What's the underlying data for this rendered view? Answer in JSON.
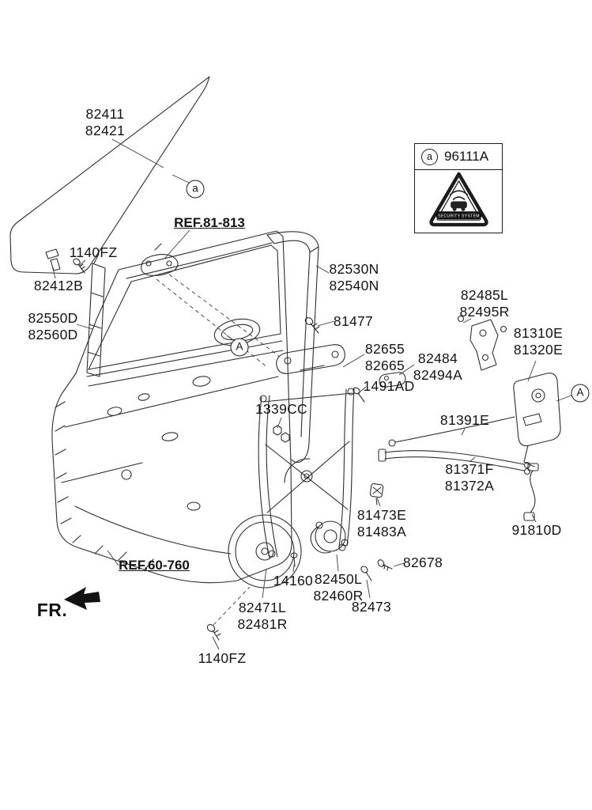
{
  "diagram": {
    "background": "#ffffff",
    "line_color": "#2e2e2e",
    "description": "Front door panel exploded parts diagram"
  },
  "direction": {
    "label": "FR."
  },
  "legend_box": {
    "marker": "a",
    "part_number": "96111A",
    "icon": "security-system-triangle-icon",
    "icon_text": "SECURITY SYSTEM"
  },
  "markers": {
    "glass": "a",
    "door_handle": "A",
    "latch": "A"
  },
  "ref_labels": {
    "top": "REF.81-813",
    "bottom": "REF.60-760"
  },
  "part_labels": {
    "door_glass": "82411\n82421",
    "screw_top": "1140FZ",
    "glass_clip": "82412B",
    "front_run_channel": "82550D\n82560D",
    "glass_run": "82530N\n82540N",
    "screw_81477": "81477",
    "handle_base": "82655\n82665",
    "outside_handle": "82484\n82494A",
    "bolt_1491ad": "1491AD",
    "nut_1339cc": "1339CC",
    "latch_bracket": "82485L\n82495R",
    "door_latch": "81310E\n81320E",
    "lock_cable": "81391E",
    "handle_cables": "81371F\n81372A",
    "cable_clip": "81473E\n81483A",
    "door_wiring": "91810D",
    "screw_82678": "82678",
    "bolt_14160": "14160",
    "regulator_motor": "82450L\n82460R",
    "screw_82473": "82473",
    "window_regulator": "82471L\n82481R",
    "screw_bottom": "1140FZ"
  }
}
